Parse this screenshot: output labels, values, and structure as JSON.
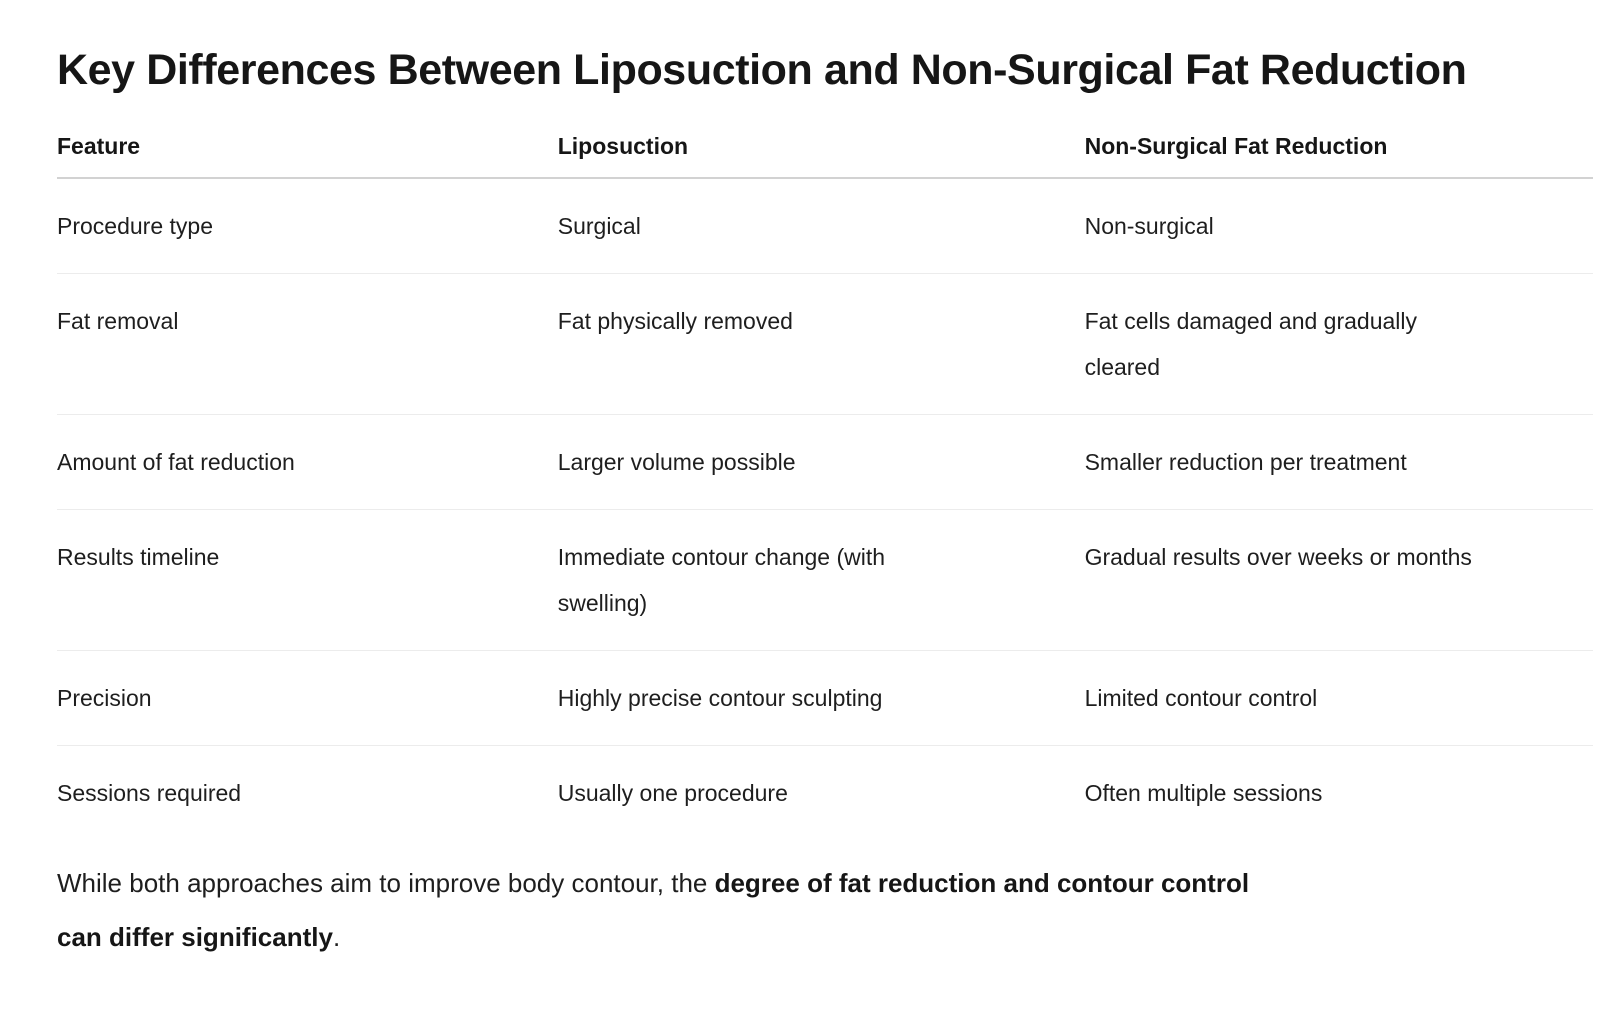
{
  "title": "Key Differences Between Liposuction and Non-Surgical Fat Reduction",
  "table": {
    "columns": [
      "Feature",
      "Liposuction",
      "Non-Surgical Fat Reduction"
    ],
    "rows": [
      {
        "feature": "Procedure type",
        "liposuction": "Surgical",
        "non_surgical": "Non-surgical"
      },
      {
        "feature": "Fat removal",
        "liposuction": "Fat physically removed",
        "non_surgical": "Fat cells damaged and gradually\ncleared"
      },
      {
        "feature": "Amount of fat reduction",
        "liposuction": "Larger volume possible",
        "non_surgical": "Smaller reduction per treatment"
      },
      {
        "feature": "Results timeline",
        "liposuction": "Immediate contour change (with\nswelling)",
        "non_surgical": "Gradual results over weeks or months"
      },
      {
        "feature": "Precision",
        "liposuction": "Highly precise contour sculpting",
        "non_surgical": "Limited contour control"
      },
      {
        "feature": "Sessions required",
        "liposuction": "Usually one procedure",
        "non_surgical": "Often multiple sessions"
      }
    ]
  },
  "closing": {
    "text_regular": "While both approaches aim to improve body contour, the ",
    "text_bold": "degree of fat reduction and contour control\ncan differ significantly",
    "text_after": "."
  },
  "colors": {
    "text": "#1a1a1a",
    "header_divider": "#d2d2d2",
    "row_divider": "#ececec",
    "bottom_divider": "#c9c9c9",
    "background": "#ffffff"
  }
}
